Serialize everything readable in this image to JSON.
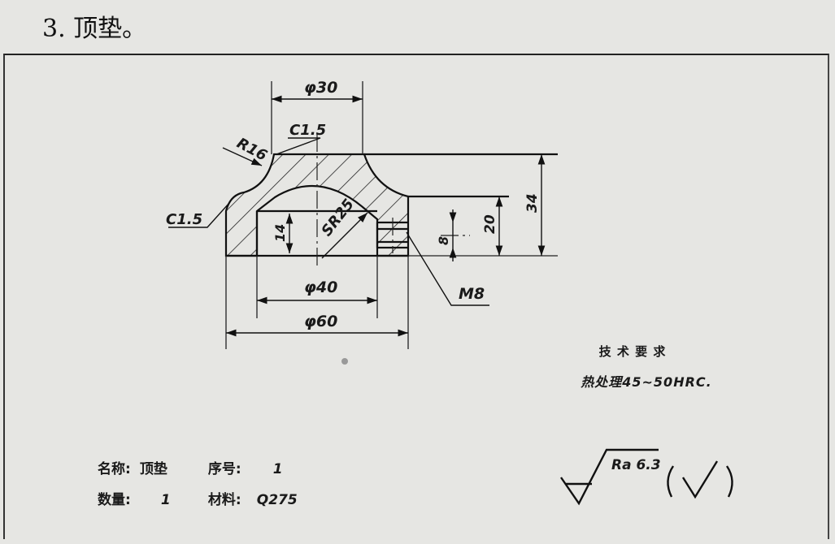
{
  "heading": "3. 顶垫。",
  "dimensions": {
    "top_diameter": "φ30",
    "chamfer_top": "C1.5",
    "chamfer_left": "C1.5",
    "fillet_radius": "R16",
    "sphere_radius": "SR25",
    "inner_height": "14",
    "thread_height": "8",
    "step_height": "20",
    "total_height": "34",
    "inner_diameter": "φ40",
    "outer_diameter": "φ60",
    "thread": "M8"
  },
  "tech_requirements": {
    "title": "技 术 要 求",
    "text": "热处理45~50HRC."
  },
  "part_info": {
    "name_label": "名称:",
    "name_value": "顶垫",
    "seq_label": "序号:",
    "seq_value": "1",
    "qty_label": "数量:",
    "qty_value": "1",
    "material_label": "材料:",
    "material_value": "Q275"
  },
  "roughness": {
    "value": "Ra 6.3"
  }
}
